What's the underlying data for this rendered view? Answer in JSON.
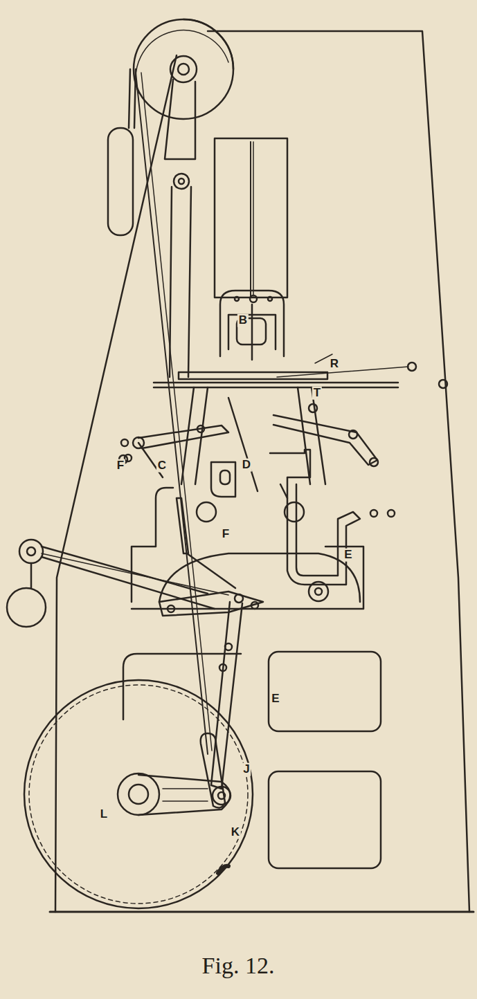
{
  "diagram": {
    "caption": "Fig. 12.",
    "labels": [
      "B",
      "R",
      "T",
      "F",
      "C",
      "D",
      "F",
      "E",
      "E",
      "J",
      "K",
      "L"
    ]
  }
}
